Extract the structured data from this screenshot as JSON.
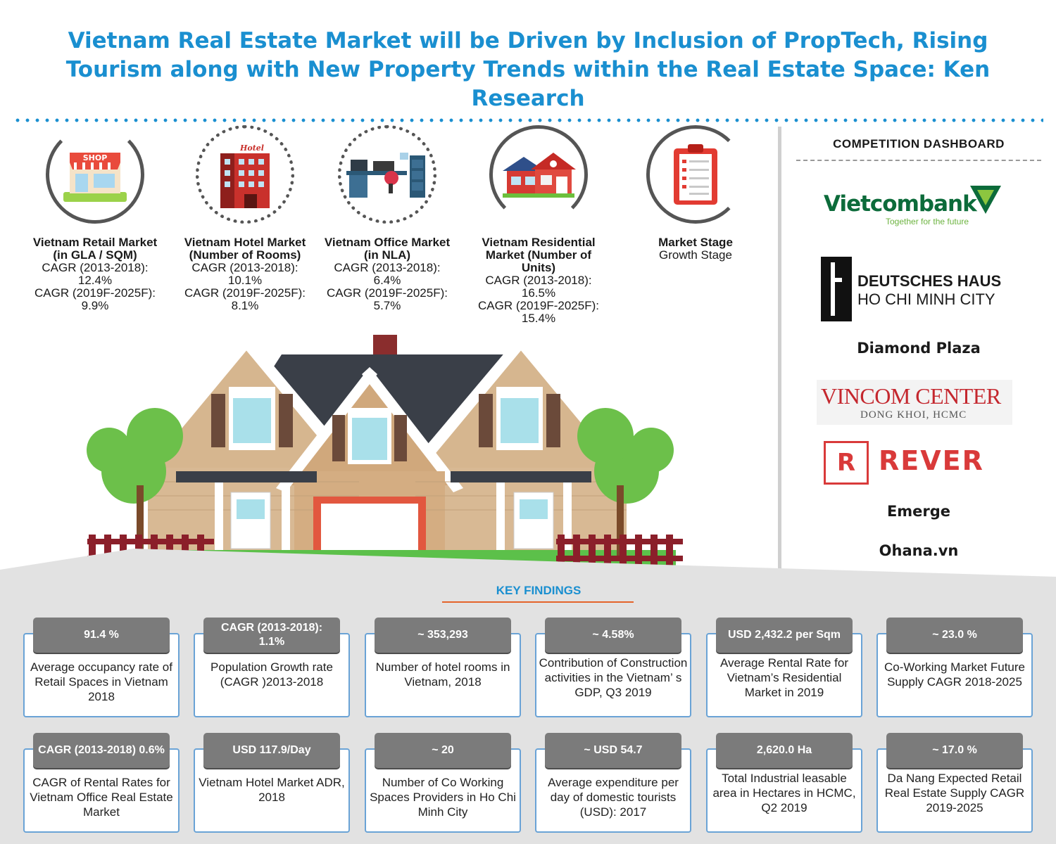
{
  "title": "Vietnam Real Estate Market will be Driven by Inclusion of PropTech, Rising Tourism along with New Property Trends within the Real Estate Space: Ken Research",
  "markets": [
    {
      "icon": "shop-icon",
      "sign": "SHOP",
      "title": "Vietnam Retail Market (in GLA / SQM)",
      "lines": [
        "CAGR (2013-2018):",
        "12.4%",
        "CAGR (2019F-2025F):",
        "9.9%"
      ]
    },
    {
      "icon": "hotel-icon",
      "sign": "Hotel",
      "title": "Vietnam Hotel Market (Number of Rooms)",
      "lines": [
        "CAGR (2013-2018):",
        "10.1%",
        "CAGR (2019F-2025F):",
        "8.1%"
      ]
    },
    {
      "icon": "office-desk-icon",
      "title": "Vietnam Office Market (in NLA)",
      "lines": [
        "CAGR (2013-2018):",
        "6.4%",
        "CAGR (2019F-2025F):",
        "5.7%"
      ]
    },
    {
      "icon": "residential-house-icon",
      "title": "Vietnam Residential Market (Number of Units)",
      "lines": [
        "CAGR (2013-2018): 16.5%",
        "CAGR (2019F-2025F):",
        "15.4%"
      ]
    },
    {
      "icon": "clipboard-icon",
      "title": "Market Stage",
      "lines": [
        "Growth Stage"
      ]
    }
  ],
  "dashboard": {
    "title": "COMPETITION DASHBOARD",
    "vietcombank": {
      "name": "Vietcombank",
      "tagline": "Together for the future"
    },
    "deutsches": {
      "line1": "DEUTSCHES HAUS",
      "line2": "HO CHI MINH CITY"
    },
    "diamond": "Diamond Plaza",
    "vincom": {
      "line1": "VINCOM CENTER",
      "line2": "DONG KHOI, HCMC"
    },
    "rever": {
      "mark": "R",
      "name": "REVER"
    },
    "emerge": "Emerge",
    "ohana": "Ohana.vn"
  },
  "key_findings": {
    "title": "KEY FINDINGS",
    "cards": [
      {
        "value": "91.4 %",
        "desc": "Average occupancy rate of Retail Spaces in Vietnam 2018"
      },
      {
        "value": "CAGR (2013-2018): 1.1%",
        "desc": "Population  Growth rate (CAGR )2013-2018"
      },
      {
        "value": "~ 353,293",
        "desc": "Number of hotel rooms in Vietnam, 2018"
      },
      {
        "value": "~ 4.58%",
        "desc": "Contribution of Construction activities in the Vietnam’ s GDP, Q3 2019"
      },
      {
        "value": "USD 2,432.2 per Sqm",
        "desc": "Average Rental Rate for Vietnam’s Residential Market in 2019"
      },
      {
        "value": "~ 23.0 %",
        "desc": "Co-Working Market Future Supply CAGR 2018-2025"
      },
      {
        "value": "CAGR (2013-2018) 0.6%",
        "desc": "CAGR of Rental Rates for Vietnam Office Real Estate Market"
      },
      {
        "value": "USD 117.9/Day",
        "desc": "Vietnam Hotel Market ADR, 2018"
      },
      {
        "value": "~ 20",
        "desc": "Number of Co Working Spaces Providers in  Ho Chi Minh City"
      },
      {
        "value": "~ USD 54.7",
        "desc": "Average expenditure per day of domestic tourists (USD): 2017"
      },
      {
        "value": "2,620.0 Ha",
        "desc": "Total Industrial leasable area  in Hectares in HCMC, Q2 2019"
      },
      {
        "value": "~ 17.0 %",
        "desc": "Da Nang Expected Retail Real Estate Supply CAGR 2019-2025"
      }
    ]
  },
  "colors": {
    "accent": "#1a8fd0",
    "badge": "#7b7b7b",
    "frame": "#6aa3d6",
    "underline": "#e4642b"
  }
}
